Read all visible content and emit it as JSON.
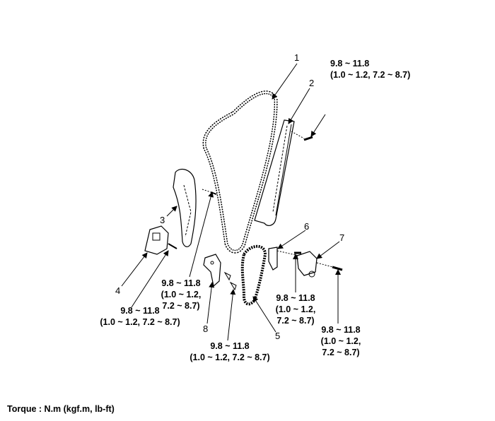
{
  "callouts": {
    "p1": "1",
    "p2": "2",
    "p3": "3",
    "p4": "4",
    "p5": "5",
    "p6": "6",
    "p7": "7",
    "p8": "8"
  },
  "torque": {
    "t1": {
      "l1": "9.8 ~ 11.8",
      "l2": "(1.0 ~ 1.2, 7.2 ~ 8.7)"
    },
    "t2": {
      "l1": "9.8 ~ 11.8",
      "l2": "(1.0 ~ 1.2, 7.2 ~ 8.7)"
    },
    "t3": {
      "l1": "9.8 ~ 11.8",
      "l2": "(1.0 ~ 1.2,",
      "l3": "7.2 ~ 8.7)"
    },
    "t4": {
      "l1": "9.8 ~ 11.8",
      "l2": "(1.0 ~ 1.2,",
      "l3": "7.2 ~ 8.7)"
    },
    "t5": {
      "l1": "9.8 ~ 11.8",
      "l2": "(1.0 ~ 1.2,",
      "l3": "7.2 ~ 8.7)"
    },
    "t6": {
      "l1": "9.8 ~ 11.8",
      "l2": "(1.0 ~ 1.2, 7.2 ~ 8.7)"
    }
  },
  "footer": "Torque : N.m (kgf.m, lb-ft)"
}
